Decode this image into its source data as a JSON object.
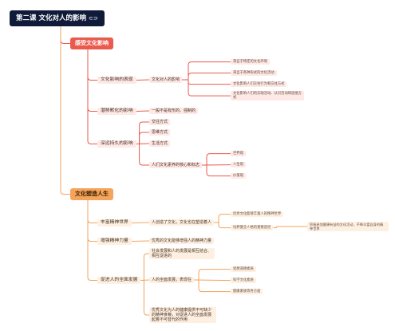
{
  "root": {
    "title": "第二课  文化对人的影响",
    "icon": "link-icon"
  },
  "branches": {
    "feel": {
      "label": "感受文化影响",
      "a": {
        "label": "文化影响的表现",
        "child": "文化对人的影响",
        "sources": [
          "来自于特定的文化环境",
          "来自于各种形式的文化活动",
          "文化影响人们交往行为和交往方式",
          "文化影响人们的实践活动、认识活动和思维方式"
        ]
      },
      "b": {
        "label": "潜移默化的影响",
        "child": "一般不是有形的、强制的"
      },
      "c": {
        "label": "深远持久的影响",
        "items": [
          "交往方式",
          "思维方式",
          "生活方式"
        ],
        "core": "人们文化素养的核心和标志",
        "values": [
          "世界观",
          "人生观",
          "价值观"
        ]
      }
    },
    "shape": {
      "label": "文化塑造人生",
      "a": {
        "label": "丰富精神世界",
        "child": "人创造了文化，文化也在塑造着人",
        "items": [
          "优秀文化能够丰富人的精神世界",
          "培养健全人格的重要途径"
        ],
        "leaf": "积极参加健康有益的文化活动，不断丰富自身的精神世界"
      },
      "b": {
        "label": "增强精神力量",
        "child": "优秀的文化能够增强人的精神力量"
      },
      "c": {
        "label": "促进人的全面发展",
        "top": "社会发展和人的发展是相互结合、相互促进的",
        "mid": "人的全面发展，表现在",
        "items": [
          "思想道德素质",
          "科学文化素质",
          "健康素质等各方面"
        ],
        "bottom": "优秀文化为人的健康提供不可缺少的精神食粮，对促进人的全面发展起着不可替代的作用"
      }
    }
  },
  "colors": {
    "root_bg": "#101b3a",
    "red_branch": "#ea5a4d",
    "orange_branch": "#f5a45c",
    "red_line": "#ea5a4d",
    "orange_line": "#f3a35c"
  }
}
